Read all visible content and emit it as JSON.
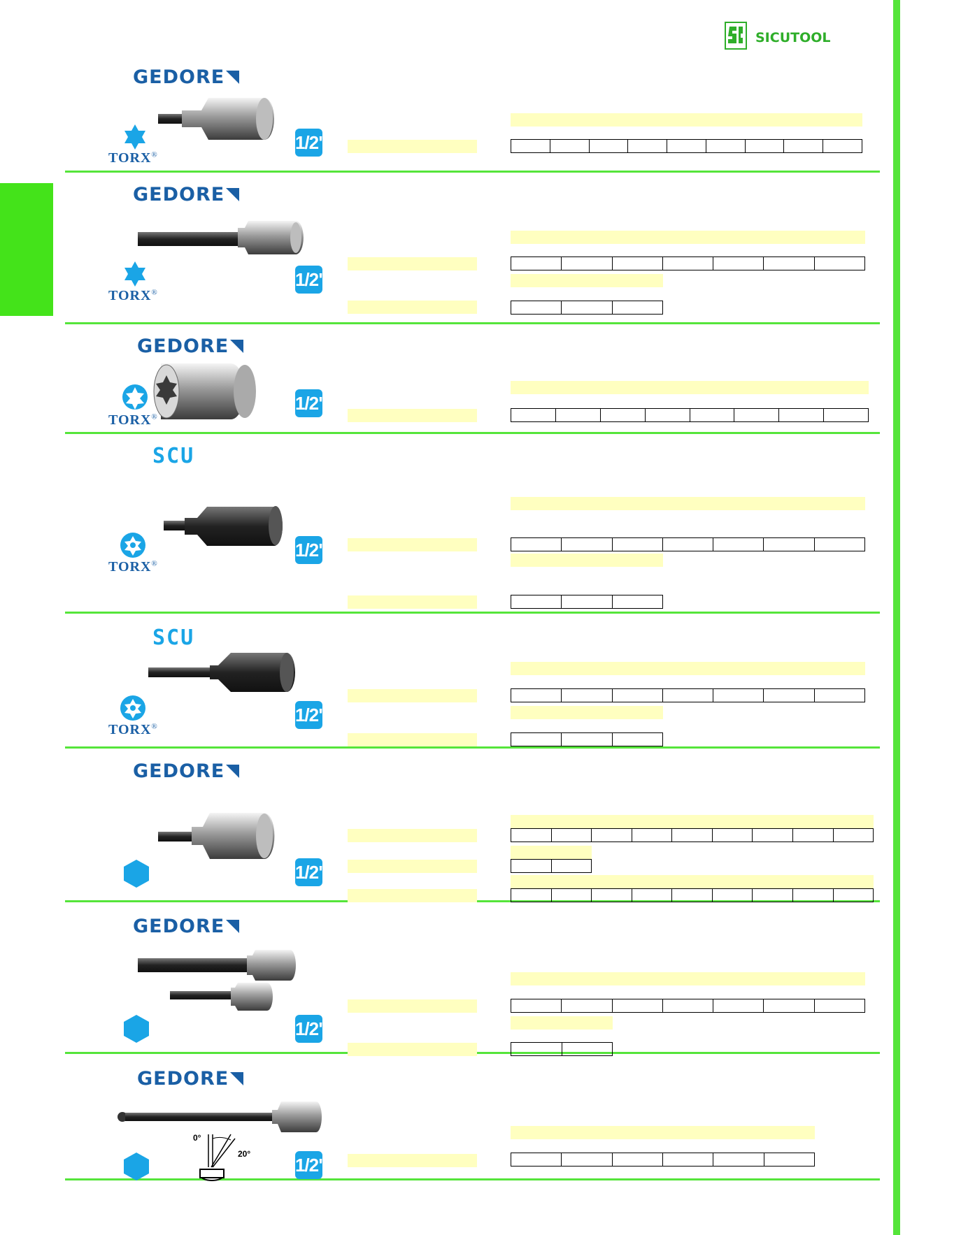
{
  "header": {
    "brand_name": "SICUTOOL"
  },
  "colors": {
    "accent_green": "#55e53a",
    "tab_green": "#44e31a",
    "gedore_blue": "#1a5fa5",
    "badge_blue": "#1aa5e6",
    "highlight_yellow": "#ffffc0"
  },
  "sections": [
    {
      "brand": "GEDORE",
      "tip": "TORX",
      "drive": "1/2\"",
      "icon": "torx-star-icon"
    },
    {
      "brand": "GEDORE",
      "tip": "TORX",
      "drive": "1/2\"",
      "icon": "torx-star-icon"
    },
    {
      "brand": "GEDORE",
      "tip": "TORX",
      "drive": "1/2\"",
      "icon": "torx-ring-icon"
    },
    {
      "brand": "SCU",
      "tip": "TORX",
      "drive": "1/2\"",
      "icon": "torx-tamper-icon"
    },
    {
      "brand": "SCU",
      "tip": "TORX",
      "drive": "1/2\"",
      "icon": "torx-tamper-icon"
    },
    {
      "brand": "GEDORE",
      "drive": "1/2\"",
      "icon": "hexagon-icon"
    },
    {
      "brand": "GEDORE",
      "drive": "1/2\"",
      "icon": "hexagon-icon"
    },
    {
      "brand": "GEDORE",
      "drive": "1/2\"",
      "icon": "hexagon-icon",
      "angles": {
        "a": "0°",
        "b": "20°"
      }
    }
  ]
}
